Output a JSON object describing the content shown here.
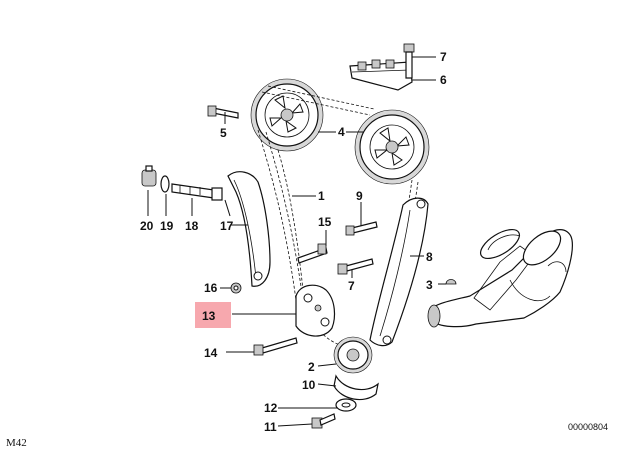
{
  "callouts": {
    "c1": "1",
    "c2": "2",
    "c3": "3",
    "c4": "4",
    "c5": "5",
    "c6": "6",
    "c7a": "7",
    "c7b": "7",
    "c8": "8",
    "c9": "9",
    "c10": "10",
    "c11": "11",
    "c12": "12",
    "c13": "13",
    "c14": "14",
    "c15": "15",
    "c16": "16",
    "c17": "17",
    "c18": "18",
    "c19": "19",
    "c20": "20"
  },
  "footer": {
    "engine": "M42",
    "drawing_code": "00000804"
  },
  "highlight": {
    "color": "#f7a8ae",
    "part": "13"
  }
}
